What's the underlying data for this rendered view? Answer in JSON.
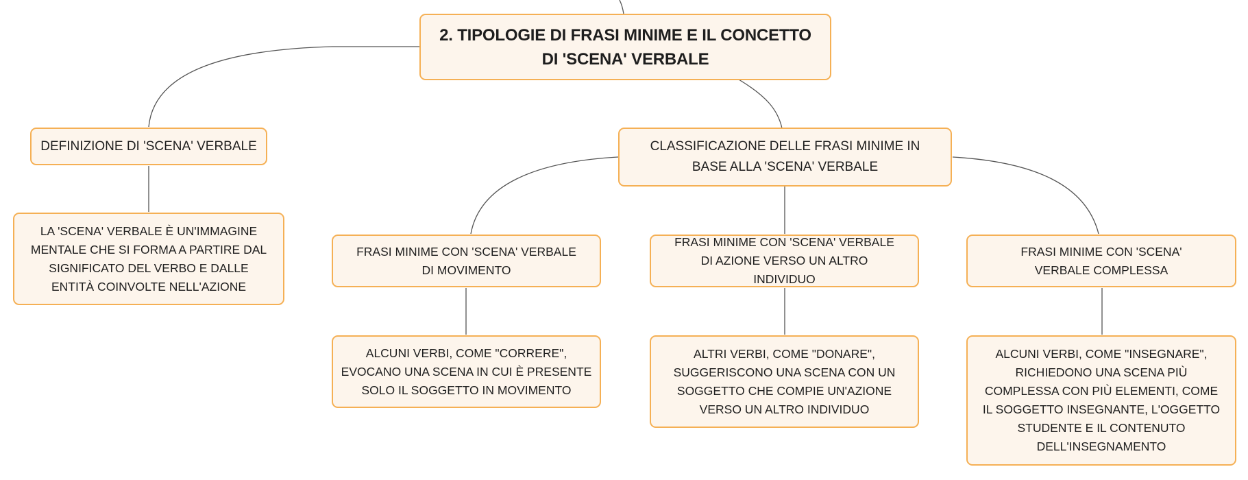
{
  "diagram": {
    "title": "2. TIPOLOGIE DI FRASI MINIME E IL CONCETTO DI 'SCENA' VERBALE",
    "definition": {
      "label": "DEFINIZIONE DI 'SCENA' VERBALE",
      "detail": "LA 'SCENA' VERBALE È UN'IMMAGINE MENTALE CHE SI FORMA A PARTIRE DAL SIGNIFICATO DEL VERBO E DALLE ENTITÀ COINVOLTE NELL'AZIONE"
    },
    "classification": {
      "label": "CLASSIFICAZIONE DELLE FRASI MINIME IN BASE ALLA 'SCENA' VERBALE",
      "children": [
        {
          "label": "FRASI MINIME CON 'SCENA' VERBALE DI MOVIMENTO",
          "detail": "ALCUNI VERBI, COME \"CORRERE\", EVOCANO UNA SCENA IN CUI È PRESENTE SOLO IL SOGGETTO IN MOVIMENTO"
        },
        {
          "label": "FRASI MINIME CON 'SCENA' VERBALE DI AZIONE VERSO UN ALTRO INDIVIDUO",
          "detail": "ALTRI VERBI, COME \"DONARE\", SUGGERISCONO UNA SCENA CON UN SOGGETTO CHE COMPIE UN'AZIONE VERSO UN ALTRO INDIVIDUO"
        },
        {
          "label": "FRASI MINIME CON 'SCENA' VERBALE COMPLESSA",
          "detail": "ALCUNI VERBI, COME \"INSEGNARE\", RICHIEDONO UNA SCENA PIÙ COMPLESSA CON PIÙ ELEMENTI, COME IL SOGGETTO INSEGNANTE, L'OGGETTO STUDENTE E IL CONTENUTO DELL'INSEGNAMENTO"
        }
      ]
    }
  },
  "colors": {
    "node_fill": "#fdf5ec",
    "node_border": "#f5b055",
    "connector": "#555555",
    "text": "#1e1e1e"
  }
}
